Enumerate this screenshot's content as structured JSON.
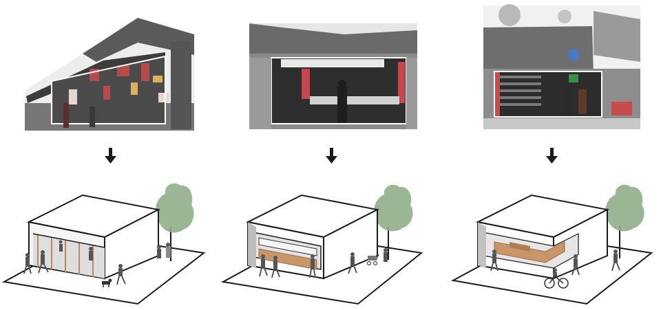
{
  "colors": {
    "line": "#1a1a1a",
    "wood": "#c9966a",
    "wood_dark": "#9c6b43",
    "tree": "#8fae8a",
    "tree_dark": "#6f8f6c",
    "shopfront_pink": "#c7474f",
    "shopfront_stall": "#c64c4c",
    "photo_sky": "#f4f4f4",
    "roof_gray": "#6e6e6e"
  },
  "panels": [
    {
      "id": "panel-1",
      "photo": "market-stall-street-photo",
      "variant": "open-glazed-front"
    },
    {
      "id": "panel-2",
      "photo": "awning-shopfront-photo",
      "variant": "counter-window-front"
    },
    {
      "id": "panel-3",
      "photo": "corner-store-photo",
      "variant": "wrap-around-counter-front"
    }
  ],
  "icons": [
    "down-arrow-icon",
    "tree-icon",
    "pedestrian-icon",
    "bicycle-icon",
    "dog-icon",
    "stroller-icon"
  ]
}
